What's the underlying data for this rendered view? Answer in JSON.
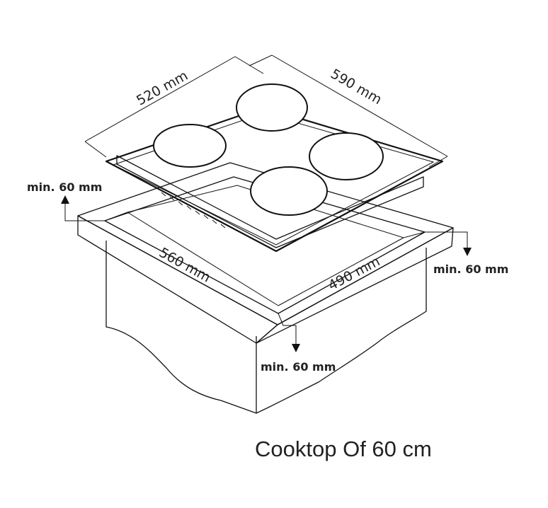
{
  "diagram": {
    "dimensions": {
      "top_left": "520 mm",
      "top_right": "590 mm",
      "cutout_front": "560 mm",
      "cutout_side": "490 mm"
    },
    "clearances": {
      "back_left": "min. 60 mm",
      "right": "min. 60 mm",
      "front": "min. 60 mm"
    },
    "caption": "Cooktop Of 60 cm"
  }
}
